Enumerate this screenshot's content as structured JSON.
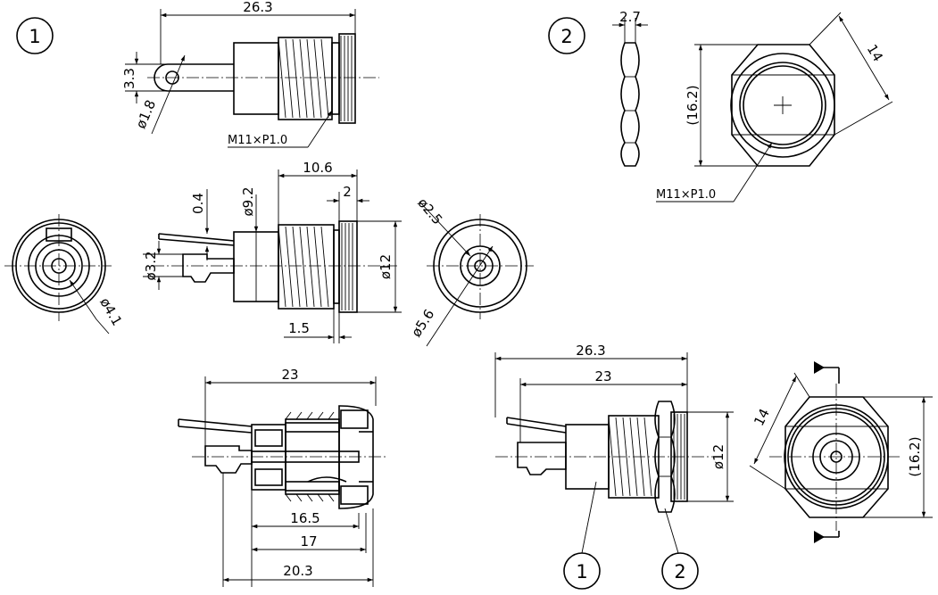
{
  "balloons": {
    "part1": "1",
    "part2": "2"
  },
  "top_view": {
    "length": "26.3",
    "pin_offset": "3.3",
    "hole": "ø1.8",
    "thread": "M11×P1.0"
  },
  "nut_view": {
    "thickness": "2.7",
    "flats": "14",
    "corners": "(16.2)",
    "thread": "M11×P1.0"
  },
  "side_view": {
    "flange_len": "10.6",
    "knurl_w": "2",
    "tab_thick": "0.4",
    "body_dia": "ø9.2",
    "pin_dia": "ø3.2",
    "flange_dia": "ø12",
    "step": "1.5"
  },
  "rear_view": {
    "dia": "ø4.1"
  },
  "front_view": {
    "inner": "ø2.5",
    "outer": "ø5.6"
  },
  "section_view": {
    "overall": "23",
    "d1": "16.5",
    "d2": "17",
    "d3": "20.3"
  },
  "assembly_view": {
    "overall": "26.3",
    "body": "23",
    "flange_dia": "ø12"
  },
  "assembly_end": {
    "flats": "14",
    "corners": "(16.2)"
  }
}
